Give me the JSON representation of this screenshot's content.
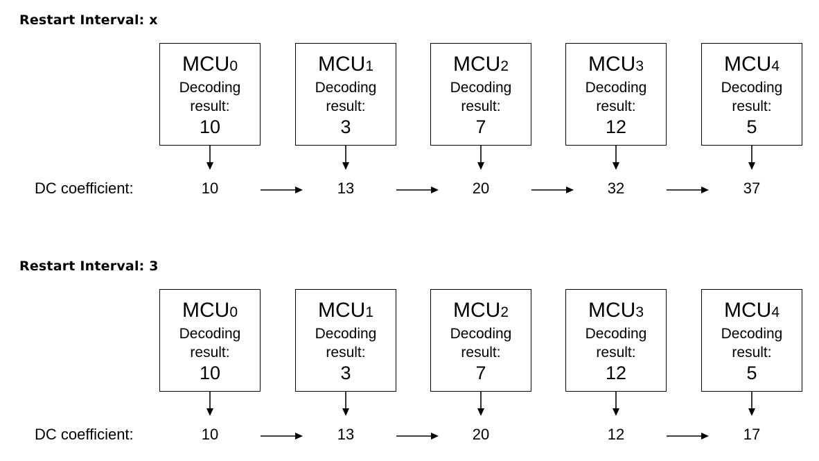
{
  "sections": [
    {
      "title": "Restart Interval: x",
      "dc_label": "DC coefficient:",
      "mcus": [
        {
          "name": "MCU",
          "sub": "0",
          "caption_line1": "Decoding",
          "caption_line2": "result:",
          "value": "10",
          "dc": "10"
        },
        {
          "name": "MCU",
          "sub": "1",
          "caption_line1": "Decoding",
          "caption_line2": "result:",
          "value": "3",
          "dc": "13"
        },
        {
          "name": "MCU",
          "sub": "2",
          "caption_line1": "Decoding",
          "caption_line2": "result:",
          "value": "7",
          "dc": "20"
        },
        {
          "name": "MCU",
          "sub": "3",
          "caption_line1": "Decoding",
          "caption_line2": "result:",
          "value": "12",
          "dc": "32"
        },
        {
          "name": "MCU",
          "sub": "4",
          "caption_line1": "Decoding",
          "caption_line2": "result:",
          "value": "5",
          "dc": "37"
        }
      ],
      "chain_links": [
        true,
        true,
        true,
        true
      ]
    },
    {
      "title": "Restart Interval: 3",
      "dc_label": "DC coefficient:",
      "mcus": [
        {
          "name": "MCU",
          "sub": "0",
          "caption_line1": "Decoding",
          "caption_line2": "result:",
          "value": "10",
          "dc": "10"
        },
        {
          "name": "MCU",
          "sub": "1",
          "caption_line1": "Decoding",
          "caption_line2": "result:",
          "value": "3",
          "dc": "13"
        },
        {
          "name": "MCU",
          "sub": "2",
          "caption_line1": "Decoding",
          "caption_line2": "result:",
          "value": "7",
          "dc": "20"
        },
        {
          "name": "MCU",
          "sub": "3",
          "caption_line1": "Decoding",
          "caption_line2": "result:",
          "value": "12",
          "dc": "12"
        },
        {
          "name": "MCU",
          "sub": "4",
          "caption_line1": "Decoding",
          "caption_line2": "result:",
          "value": "5",
          "dc": "17"
        }
      ],
      "chain_links": [
        true,
        true,
        false,
        true
      ]
    }
  ],
  "colors": {
    "stroke": "#000000",
    "background": "#ffffff"
  }
}
